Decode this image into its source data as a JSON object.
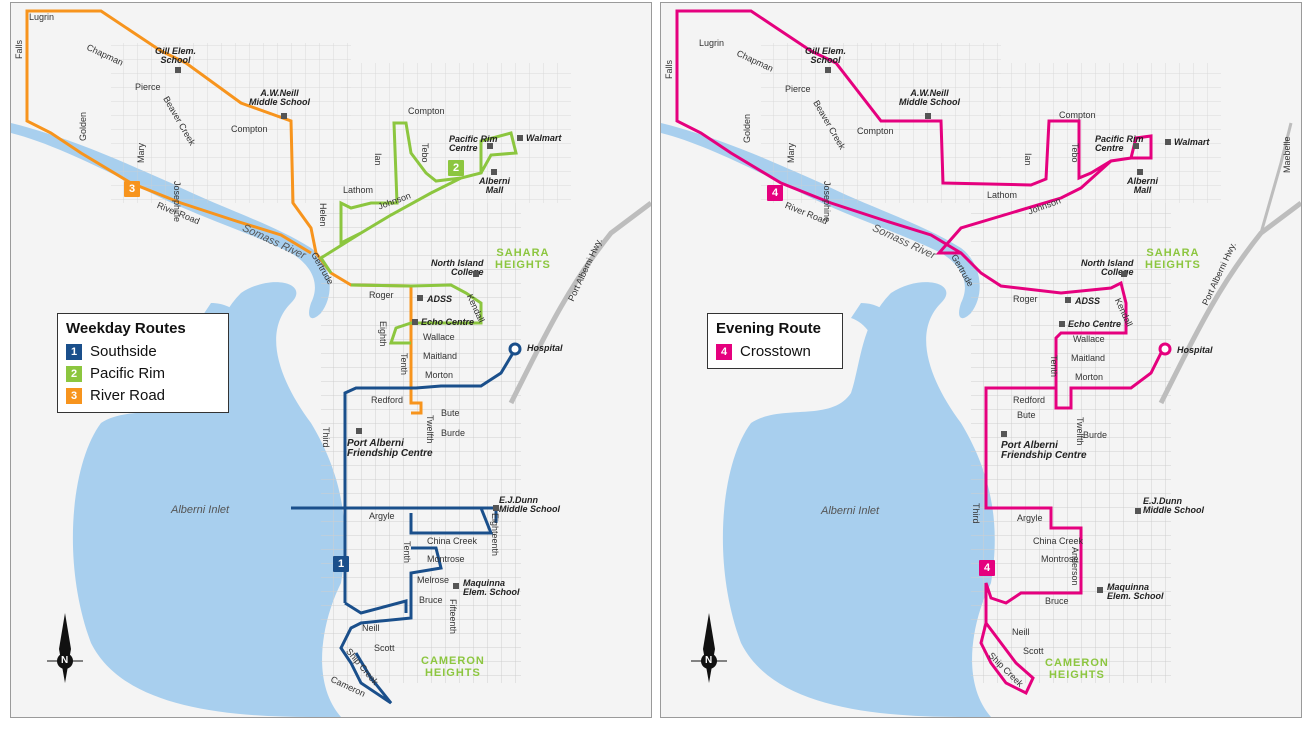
{
  "left": {
    "legend": {
      "title": "Weekday Routes",
      "items": [
        {
          "num": "1",
          "label": "Southside",
          "color": "#1a4f8b"
        },
        {
          "num": "2",
          "label": "Pacific Rim",
          "color": "#8cc63f"
        },
        {
          "num": "3",
          "label": "River Road",
          "color": "#f7941d"
        }
      ]
    }
  },
  "right": {
    "legend": {
      "title": "Evening Route",
      "items": [
        {
          "num": "4",
          "label": "Crosstown",
          "color": "#e5007e"
        }
      ]
    }
  },
  "map_labels": {
    "lugrin": "Lugrin",
    "falls": "Falls",
    "chapman": "Chapman",
    "pierce": "Pierce",
    "beaver_creek": "Beaver Creek",
    "golden": "Golden",
    "mary": "Mary",
    "josephine": "Josephine",
    "compton_w": "Compton",
    "compton_e": "Compton",
    "ian": "Ian",
    "tebo": "Tebo",
    "lathom": "Lathom",
    "johnson": "Johnson",
    "helen": "Helen",
    "river_road": "River Road",
    "somass_river": "Somass River",
    "gertrude": "Gertrude",
    "roger": "Roger",
    "eighth": "Eighth",
    "tenth": "Tenth",
    "wallace": "Wallace",
    "maitland": "Maitland",
    "morton": "Morton",
    "redford": "Redford",
    "bute": "Bute",
    "burde": "Burde",
    "twelfth": "Twelfth",
    "third": "Third",
    "argyle": "Argyle",
    "eighteenth": "Eighteenth",
    "china_creek": "China Creek",
    "montrose": "Montrose",
    "melrose": "Melrose",
    "bruce": "Bruce",
    "fifteenth": "Fifteenth",
    "neill": "Neill",
    "scott": "Scott",
    "ship_creek": "Ship Creek",
    "cameron": "Cameron",
    "kendall": "Kendall",
    "anderson": "Anderson",
    "port_alberni_hwy": "Port Alberni Hwy.",
    "maebelle": "Maebelle",
    "gill_school": "Gill Elem.\nSchool",
    "awneill_school": "A.W.Neill\nMiddle School",
    "pacific_rim_centre": "Pacific Rim\nCentre",
    "walmart": "Walmart",
    "alberni_mall": "Alberni\nMall",
    "north_island_college": "North Island\nCollege",
    "sahara_heights": "SAHARA\nHEIGHTS",
    "adss": "ADSS",
    "echo_centre": "Echo Centre",
    "hospital": "Hospital",
    "friendship_centre": "Port Alberni\nFriendship Centre",
    "alberni_inlet": "Alberni Inlet",
    "ej_dunn_school": "E.J.Dunn\nMiddle School",
    "maquinna_school": "Maquinna\nElem. School",
    "cameron_heights": "CAMERON\nHEIGHTS",
    "north": "N"
  },
  "route_badges": {
    "route1": {
      "num": "1",
      "color": "#1a4f8b"
    },
    "route2": {
      "num": "2",
      "color": "#8cc63f"
    },
    "route3": {
      "num": "3",
      "color": "#f7941d"
    },
    "route4": {
      "num": "4",
      "color": "#e5007e"
    }
  }
}
